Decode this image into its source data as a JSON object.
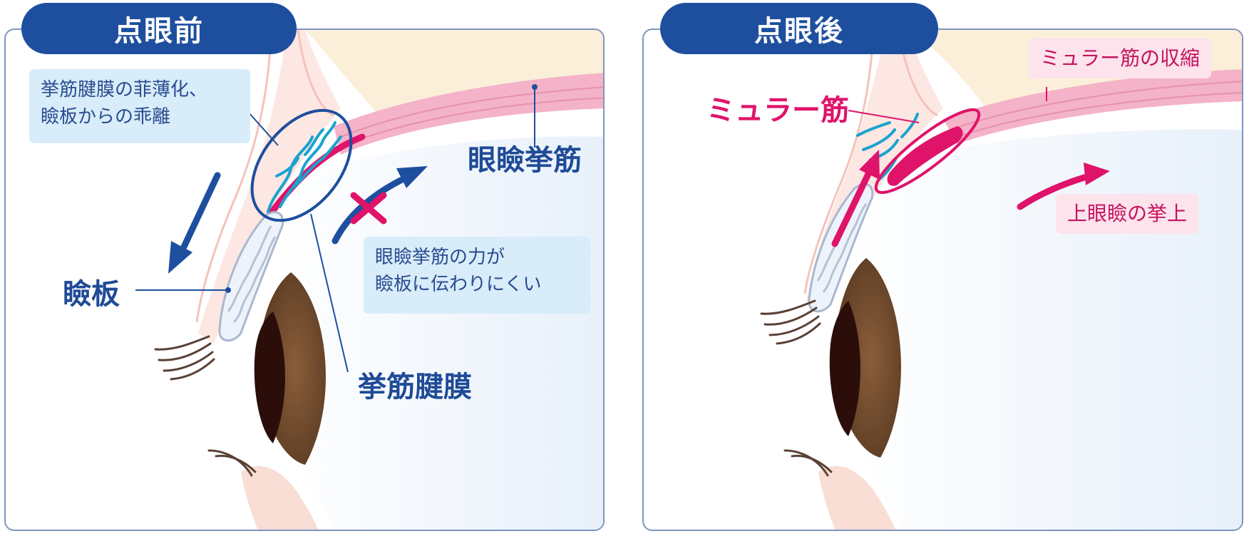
{
  "before": {
    "tab_label": "点眼前",
    "note_thinning": [
      "挙筋腱膜の菲薄化、",
      "瞼板からの乖離"
    ],
    "label_levator": "眼瞼挙筋",
    "label_tarsus": "瞼板",
    "note_force": [
      "眼瞼挙筋の力が",
      "瞼板に伝わりにくい"
    ],
    "label_aponeurosis": "挙筋腱膜"
  },
  "after": {
    "tab_label": "点眼後",
    "label_muller_contraction": "ミュラー筋の収縮",
    "label_muller": "ミュラー筋",
    "label_lift": "上眼瞼の挙上"
  },
  "colors": {
    "navy": "#1e4f9f",
    "label_blue": "#1f4b97",
    "magenta": "#e0136a",
    "cyan": "#1aa3cf",
    "light_blue_box": "#d8ecf9",
    "light_pink_box": "#fde3ec"
  },
  "icons": {
    "cross": "x-mark-icon",
    "arrow": "arrow-icon"
  }
}
